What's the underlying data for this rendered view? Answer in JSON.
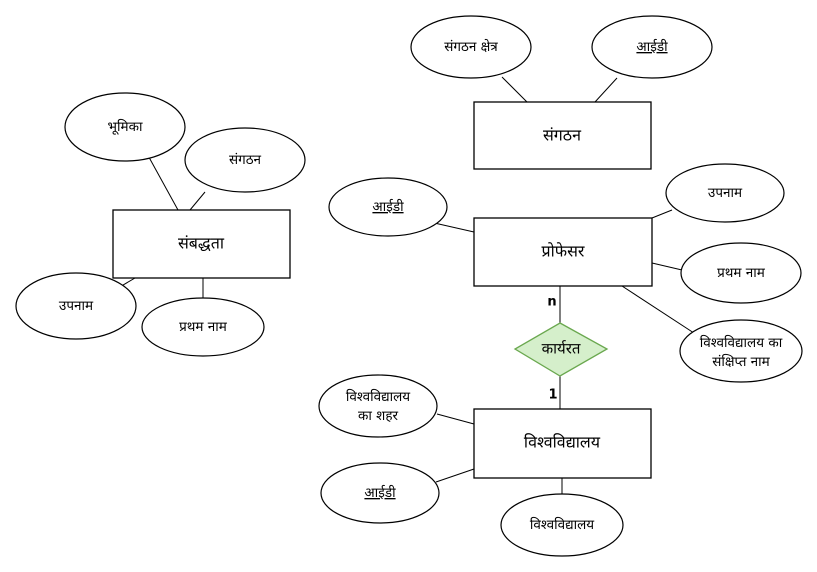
{
  "entities": {
    "affiliation": "संबद्धता",
    "organization": "संगठन",
    "professor": "प्रोफेसर",
    "university": "विश्वविद्यालय"
  },
  "relationship": {
    "works_at": "कार्यरत"
  },
  "cardinality": {
    "professor_side": "n",
    "university_side": "1"
  },
  "attributes": {
    "affiliation_role": "भूमिका",
    "affiliation_org": "संगठन",
    "affiliation_surname": "उपनाम",
    "affiliation_first_name": "प्रथम नाम",
    "org_area": "संगठन क्षेत्र",
    "org_id": "आईडी",
    "prof_id": "आईडी",
    "prof_surname": "उपनाम",
    "prof_first_name": "प्रथम नाम",
    "prof_uni_abbr_line1": "विश्वविद्यालय का",
    "prof_uni_abbr_line2": "संक्षिप्त नाम",
    "uni_city_line1": "विश्वविद्यालय",
    "uni_city_line2": "का शहर",
    "uni_id": "आईडी",
    "uni_name": "विश्वविद्यालय"
  },
  "colors": {
    "relationship_fill": "#d5efcb",
    "relationship_stroke": "#6aa84f"
  }
}
